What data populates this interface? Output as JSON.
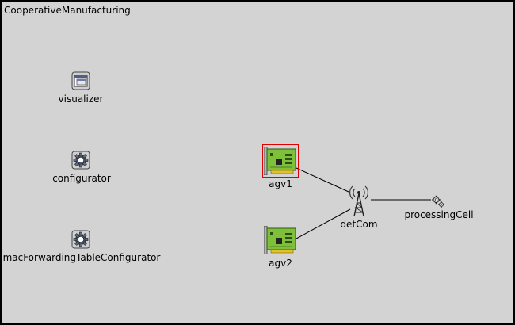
{
  "network": {
    "title": "CooperativeManufacturing"
  },
  "modules": {
    "visualizer": {
      "label": "visualizer",
      "icon": "window-icon"
    },
    "configurator": {
      "label": "configurator",
      "icon": "gear-icon"
    },
    "mac_configurator": {
      "label": "macForwardingTableConfigurator",
      "icon": "gear-icon"
    },
    "agv1": {
      "label": "agv1",
      "icon": "network-card-icon",
      "selected": true
    },
    "agv2": {
      "label": "agv2",
      "icon": "network-card-icon",
      "selected": false
    },
    "detcom": {
      "label": "detCom",
      "icon": "antenna-tower-icon"
    },
    "processing_cell": {
      "label": "processingCell",
      "icon": "gears-icon"
    }
  },
  "colors": {
    "canvas_bg": "#d3d3d3",
    "border": "#000000",
    "selection": "#e00000",
    "card_green": "#7ec03a",
    "card_gold": "#e3c12a",
    "icon_gray": "#c8c8c8"
  }
}
